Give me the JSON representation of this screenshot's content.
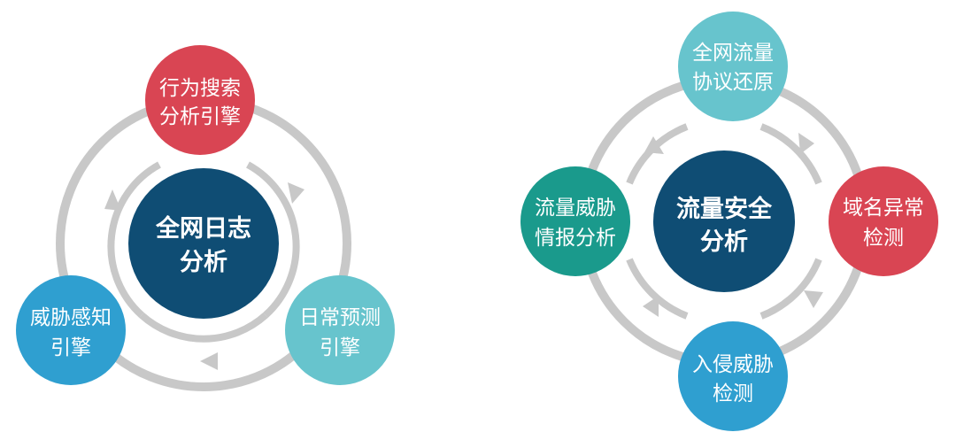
{
  "diagrams": [
    {
      "center": {
        "lines": [
          "全网日志",
          "分析"
        ],
        "color": "#0f4d74"
      },
      "ring_color": "#c8c8c8",
      "nodes": [
        {
          "lines": [
            "行为搜索",
            "分析引擎"
          ],
          "color": "#d94553"
        },
        {
          "lines": [
            "日常预测",
            "引擎"
          ],
          "color": "#67c4cd"
        },
        {
          "lines": [
            "威胁感知",
            "引擎"
          ],
          "color": "#2f9fd0"
        }
      ]
    },
    {
      "center": {
        "lines": [
          "流量安全",
          "分析"
        ],
        "color": "#0f4d74"
      },
      "ring_color": "#c8c8c8",
      "nodes": [
        {
          "lines": [
            "全网流量",
            "协议还原"
          ],
          "color": "#67c4cd"
        },
        {
          "lines": [
            "域名异常",
            "检测"
          ],
          "color": "#d94553"
        },
        {
          "lines": [
            "入侵威胁",
            "检测"
          ],
          "color": "#2f9fd0"
        },
        {
          "lines": [
            "流量威胁",
            "情报分析"
          ],
          "color": "#1a9a8c"
        }
      ]
    }
  ]
}
